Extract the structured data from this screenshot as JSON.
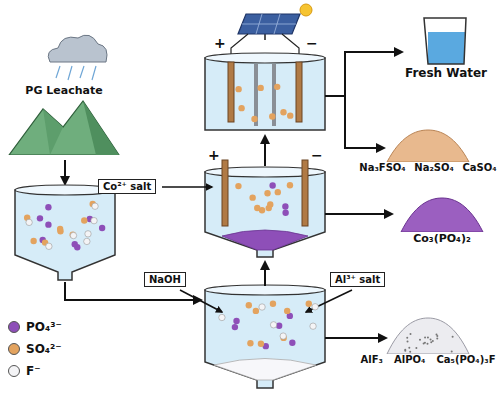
{
  "diagram": {
    "nodes": [
      {
        "text": [
          "PG Leachate"
        ]
      },
      {
        "text": [
          "Fresh Water"
        ]
      },
      {
        "text": [
          "Na₃FSO₄",
          "Na₂SO₄",
          "CaSO₄"
        ]
      },
      {
        "text": [
          "Co²⁺ salt"
        ]
      },
      {
        "text": [
          "Co₃(PO₄)₂"
        ]
      },
      {
        "text": [
          "NaOH"
        ]
      },
      {
        "text": [
          "Al³⁺ salt"
        ]
      },
      {
        "text": [
          "AlF₃",
          "AlPO₄",
          "Ca₅(PO₄)₃F"
        ]
      }
    ],
    "labels": [
      "+",
      "−",
      "+",
      "−"
    ],
    "legend": [
      {
        "text": "PO₄³⁻",
        "color": "#8e4fb8"
      },
      {
        "text": "SO₄²⁻",
        "color": "#e3a35f"
      },
      {
        "text": "F⁻",
        "color": "#f4f4f6"
      }
    ]
  }
}
